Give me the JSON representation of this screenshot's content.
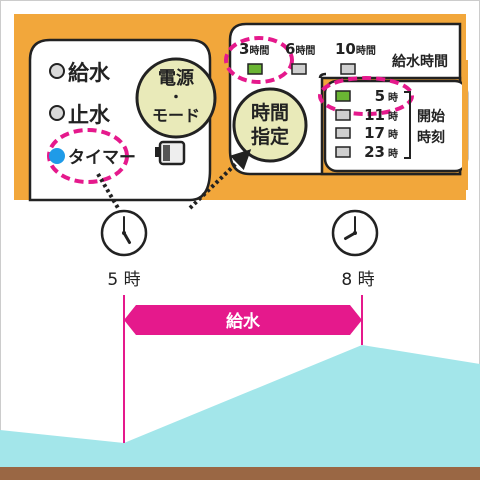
{
  "panel": {
    "status": [
      {
        "label": "給水",
        "lamp_color": "#d9d9d9"
      },
      {
        "label": "止水",
        "lamp_color": "#d9d9d9"
      },
      {
        "label": "タイマー",
        "lamp_color": "#1f9be8"
      }
    ],
    "power_button": {
      "line1": "電源",
      "dot": "・",
      "line2": "モード"
    },
    "time_button": {
      "line1": "時間",
      "line2": "指定"
    },
    "duration": {
      "options": [
        {
          "num": "3",
          "unit": "時間",
          "lit": true
        },
        {
          "num": "6",
          "unit": "時間",
          "lit": false
        },
        {
          "num": "10",
          "unit": "時間",
          "lit": false
        }
      ],
      "label": "給水時間"
    },
    "start_time": {
      "options": [
        {
          "num": "5",
          "unit": "時",
          "lit": true
        },
        {
          "num": "11",
          "unit": "時",
          "lit": false
        },
        {
          "num": "17",
          "unit": "時",
          "lit": false
        },
        {
          "num": "23",
          "unit": "時",
          "lit": false
        }
      ],
      "label_line1": "開始",
      "label_line2": "時刻"
    }
  },
  "timeline": {
    "start": {
      "label": "5 時",
      "hour": 5,
      "minute": 0
    },
    "end": {
      "label": "8 時",
      "hour": 8,
      "minute": 0
    },
    "band_label": "給水"
  },
  "colors": {
    "panel_bg": "#f2a73b",
    "highlight": "#e5198c",
    "lit_lamp": "#6ab533",
    "unlit_lamp": "#cfcfcf",
    "button_face": "#e9eab9",
    "water": "#a3e6ea",
    "ground": "#9a6744"
  }
}
